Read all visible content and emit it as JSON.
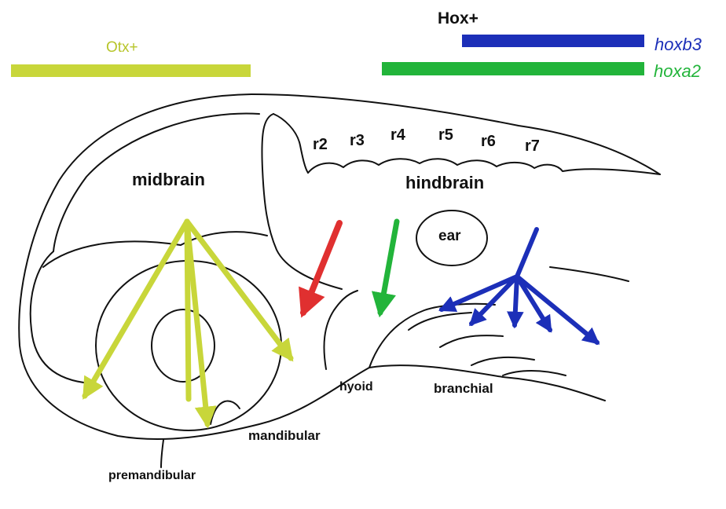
{
  "legend": {
    "otx_label": "Otx+",
    "hox_label": "Hox+",
    "hoxb3_label": "hoxb3",
    "hoxa2_label": "hoxa2"
  },
  "colors": {
    "otx": "#c8d63a",
    "hoxb3": "#1c2fb8",
    "hoxa2": "#22b43a",
    "red_arrow": "#e03030",
    "outline": "#111111"
  },
  "rhombomeres": [
    "r2",
    "r3",
    "r4",
    "r5",
    "r6",
    "r7"
  ],
  "labels": {
    "midbrain": "midbrain",
    "hindbrain": "hindbrain",
    "ear": "ear",
    "hyoid": "hyoid",
    "branchial": "branchial",
    "mandibular": "mandibular",
    "premandibular": "premandibular"
  }
}
